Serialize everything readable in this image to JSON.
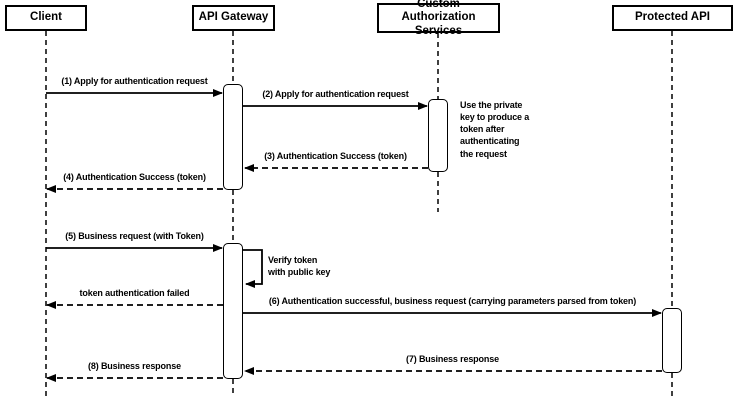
{
  "actors": [
    {
      "label": "Client"
    },
    {
      "label": "API Gateway"
    },
    {
      "label": "Custom Authorization Services"
    },
    {
      "label": "Protected API"
    }
  ],
  "messages": [
    {
      "label": "(1) Apply for authentication request",
      "from": "Client",
      "to": "API Gateway",
      "style": "solid"
    },
    {
      "label": "(2) Apply for authentication request",
      "from": "API Gateway",
      "to": "Custom Authorization Services",
      "style": "solid"
    },
    {
      "label": "(3) Authentication Success (token)",
      "from": "Custom Authorization Services",
      "to": "API Gateway",
      "style": "dashed"
    },
    {
      "label": "(4) Authentication Success (token)",
      "from": "API Gateway",
      "to": "Client",
      "style": "dashed"
    },
    {
      "label": "(5) Business request (with Token)",
      "from": "Client",
      "to": "API Gateway",
      "style": "solid"
    },
    {
      "label": "token authentication failed",
      "from": "API Gateway",
      "to": "Client",
      "style": "dashed"
    },
    {
      "label": "(6) Authentication successful, business request (carrying parameters parsed from token)",
      "from": "API Gateway",
      "to": "Protected API",
      "style": "solid"
    },
    {
      "label": "(7) Business response",
      "from": "Protected API",
      "to": "API Gateway",
      "style": "dashed"
    },
    {
      "label": "(8) Business response",
      "from": "API Gateway",
      "to": "Client",
      "style": "dashed"
    }
  ],
  "self_message": {
    "actor": "API Gateway",
    "label": "Verify token\nwith public key"
  },
  "note": {
    "label": "Use the private\nkey to produce a\ntoken after\nauthenticating\nthe request"
  },
  "colors": {
    "stroke": "#000000",
    "fill": "#ffffff",
    "background": "#ffffff"
  }
}
